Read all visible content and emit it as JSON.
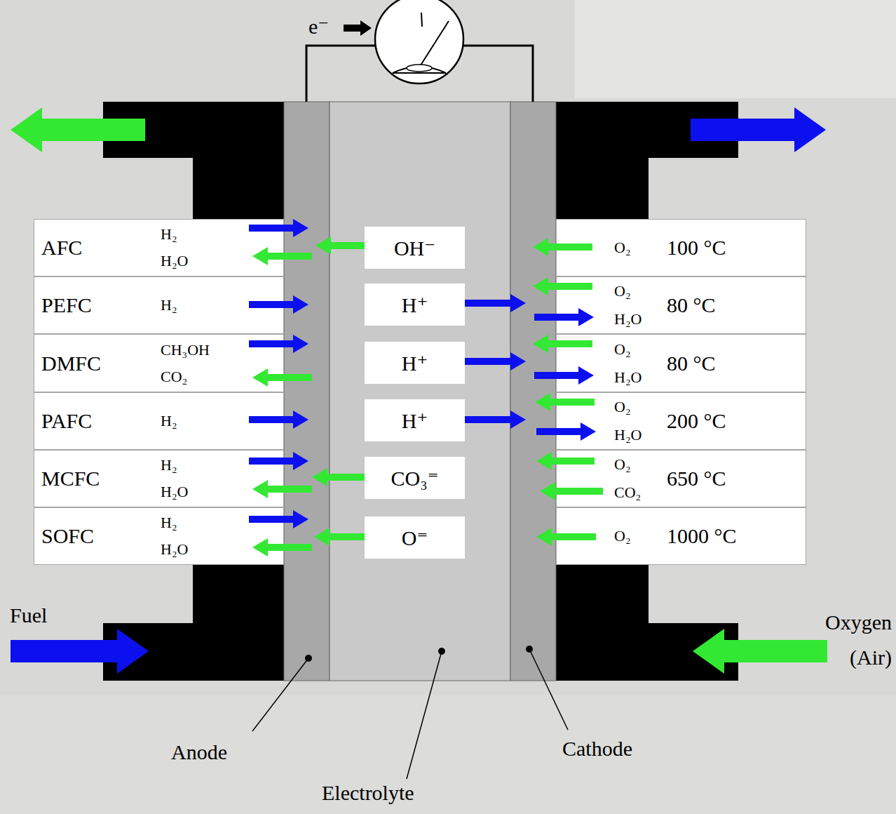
{
  "diagram": {
    "nodes": [
      {
        "text": [
          "AFC",
          "H₂ H₂O"
        ]
      },
      {
        "text": [
          "OH⁻"
        ]
      },
      {
        "text": [
          "O₂",
          "100 °C"
        ]
      },
      {
        "text": [
          "PEFC",
          "H₂"
        ]
      },
      {
        "text": [
          "H⁺"
        ]
      },
      {
        "text": [
          "O₂ H₂O",
          "80 °C"
        ]
      },
      {
        "text": [
          "DMFC",
          "CH₃OH CO₂"
        ]
      },
      {
        "text": [
          "H⁺"
        ]
      },
      {
        "text": [
          "O₂ H₂O",
          "80 °C"
        ]
      },
      {
        "text": [
          "PAFC",
          "H₂"
        ]
      },
      {
        "text": [
          "H⁺"
        ]
      },
      {
        "text": [
          "O₂ H₂O",
          "200 °C"
        ]
      },
      {
        "text": [
          "MCFC",
          "H₂ H₂O"
        ]
      },
      {
        "text": [
          "CO₃⁼"
        ]
      },
      {
        "text": [
          "O₂ CO₂",
          "650 °C"
        ]
      },
      {
        "text": [
          "SOFC",
          "H₂ H₂O"
        ]
      },
      {
        "text": [
          "O⁼"
        ]
      },
      {
        "text": [
          "O₂",
          "1000 °C"
        ]
      }
    ],
    "labels": [
      "e⁻",
      "Fuel",
      "Oxygen (Air)",
      "Anode",
      "Cathode",
      "Electrolyte"
    ]
  }
}
